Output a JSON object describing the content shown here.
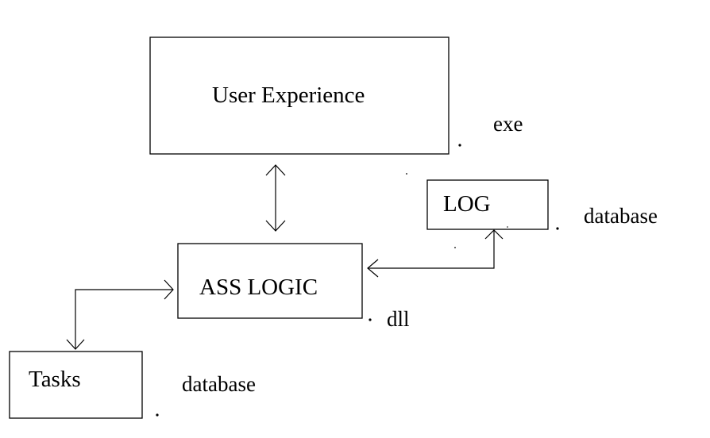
{
  "diagram": {
    "boxes": {
      "user_experience": {
        "label": "User Experience",
        "annotation": "exe"
      },
      "log": {
        "label": "LOG",
        "annotation": "database"
      },
      "logic": {
        "label": "ASS LOGIC",
        "annotation": "dll"
      },
      "tasks": {
        "label": "Tasks",
        "annotation": "database"
      }
    },
    "colors": {
      "stroke": "#000000",
      "background": "#ffffff"
    }
  }
}
